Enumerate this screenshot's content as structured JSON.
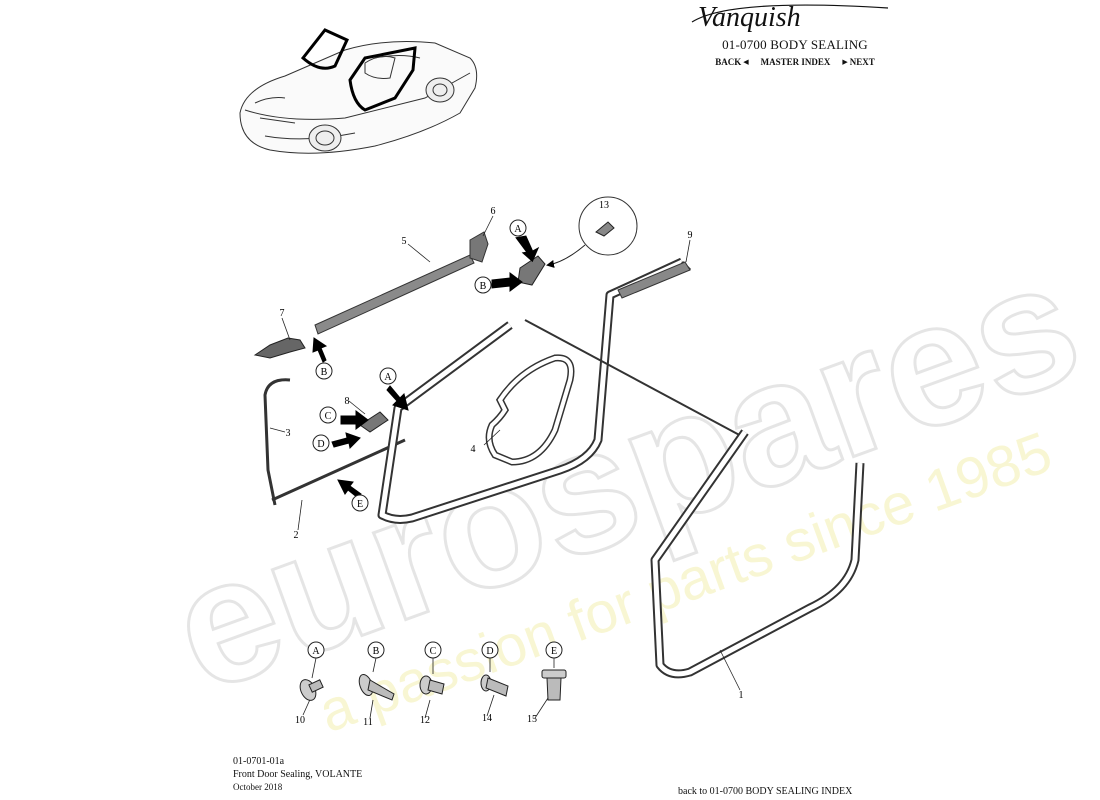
{
  "header": {
    "brand": "Vanquish",
    "section_title": "01-0700 BODY SEALING",
    "nav": {
      "back": "BACK",
      "master_index": "MASTER INDEX",
      "next": "NEXT"
    }
  },
  "watermark": {
    "logo": "eurospares",
    "tagline": "a passion for parts since 1985"
  },
  "diagram": {
    "part_numbers": [
      "1",
      "2",
      "3",
      "4",
      "5",
      "6",
      "7",
      "8",
      "9",
      "10",
      "11",
      "12",
      "13",
      "14",
      "15"
    ],
    "callout_letters": [
      "A",
      "B",
      "C",
      "D",
      "E"
    ]
  },
  "fasteners": [
    {
      "letter": "A",
      "number": "10"
    },
    {
      "letter": "B",
      "number": "11"
    },
    {
      "letter": "C",
      "number": "12"
    },
    {
      "letter": "D",
      "number": "14"
    },
    {
      "letter": "E",
      "number": "15"
    }
  ],
  "footer": {
    "code": "01-0701-01a",
    "title": "Front Door Sealing, VOLANTE",
    "date": "October 2018",
    "back_link": "back to 01-0700 BODY SEALING INDEX"
  }
}
